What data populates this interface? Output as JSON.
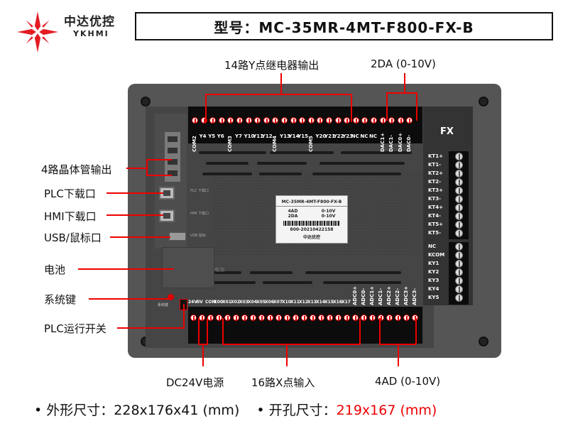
{
  "brand": {
    "name_cn": "中达优控",
    "name_en": "YKHMI"
  },
  "title": "型号：MC-35MR-4MT-F800-FX-B",
  "device": {
    "top_terminal_labels": [
      "COM2",
      "Y4",
      "Y5",
      "Y6",
      "COM3",
      "Y7",
      "Y10",
      "Y11",
      "Y12",
      "COM4",
      "Y13",
      "Y14",
      "Y15",
      "COM5",
      "Y20",
      "Y21",
      "Y22",
      "Y23",
      "NC",
      "NC",
      "NC",
      "DAC1+",
      "DAC1-",
      "DAC0+",
      "DAC0-"
    ],
    "right_header": "FX",
    "right_terminal_labels_a": [
      "KT1+",
      "KT1-",
      "KT2+",
      "KT2-",
      "KT3+",
      "KT3-",
      "KT4+",
      "KT4-",
      "KT5+",
      "KT5-"
    ],
    "right_terminal_labels_b": [
      "NC",
      "KCOM",
      "KY1",
      "KY2",
      "KY3",
      "KY4",
      "KY5"
    ],
    "bottom_terminal_labels": [
      "24V",
      "0V",
      "COM",
      "X00",
      "X01",
      "X02",
      "X03",
      "X04",
      "X05",
      "X06",
      "X07",
      "X10",
      "X11",
      "X12",
      "X13",
      "X14",
      "X15",
      "X16",
      "X17",
      "ADC0+",
      "ADC0-",
      "ADC1+",
      "ADC1-",
      "ADC2+",
      "ADC2-",
      "ADC3+",
      "ADC3-"
    ],
    "left_small_labels": {
      "plc": "PLC\n下载口",
      "hmi": "HMI\n下载口",
      "usb": "USB\n鼠标",
      "battery": "电池",
      "syskey": "系统键"
    },
    "card": {
      "model": "MC-35MR-4MT-F800-FX-B",
      "spec_lines": [
        {
          "k": "4AD",
          "v": "0-10V"
        },
        {
          "k": "2DA",
          "v": "0-10V"
        }
      ],
      "serial": "800-20210422158",
      "maker": "中达优控"
    }
  },
  "callouts": {
    "relay": "14路Y点继电器输出",
    "da": "2DA (0-10V)",
    "transistor": "4路晶体管输出",
    "plc_port": "PLC下载口",
    "hmi_port": "HMI下载口",
    "usb_port": "USB/鼠标口",
    "battery": "电池",
    "syskey": "系统键",
    "run_switch": "PLC运行开关",
    "power": "DC24V电源",
    "inputs": "16路X点输入",
    "ad": "4AD (0-10V)"
  },
  "specs": {
    "outer_label": "外形尺寸：",
    "outer_value": "228x176x41 (mm)",
    "cutout_label": "开孔尺寸：",
    "cutout_value": "219x167 (mm)"
  },
  "colors": {
    "accent": "#e00000",
    "device": "#555555",
    "terminal": "#0c0c0c"
  }
}
